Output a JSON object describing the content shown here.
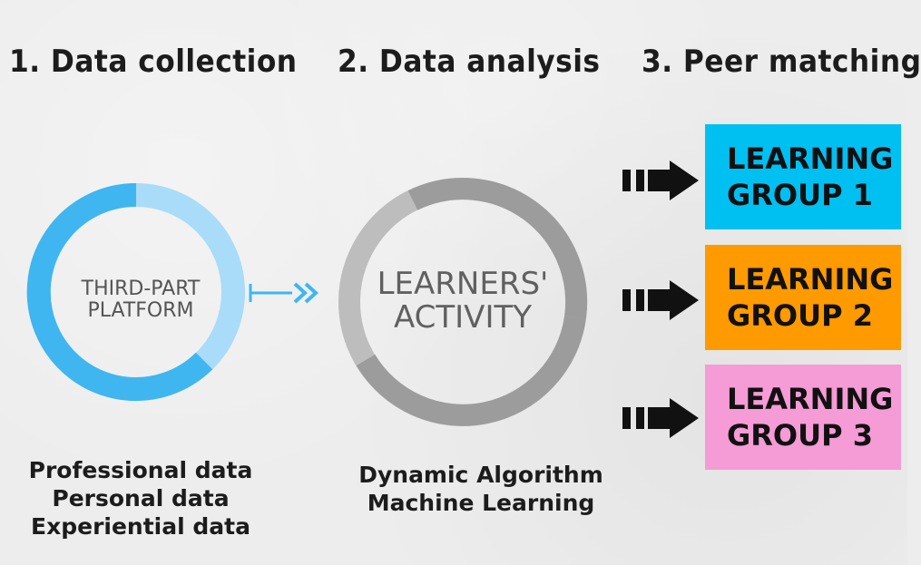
{
  "steps": [
    {
      "title": "1. Data collection"
    },
    {
      "title": "2. Data analysis"
    },
    {
      "title": "3.  Peer matching"
    }
  ],
  "ring1": {
    "label_lines": [
      "THIRD-PART",
      "PLATFORM"
    ],
    "caption_lines": [
      "Professional data",
      "Personal data",
      "Experiential data"
    ]
  },
  "ring2": {
    "label_lines": [
      "LEARNERS'",
      "ACTIVITY"
    ],
    "caption_lines": [
      "Dynamic Algorithm",
      "Machine Learning"
    ]
  },
  "groups": [
    {
      "line1": "LEARNING",
      "line2": "GROUP 1"
    },
    {
      "line1": "LEARNING",
      "line2": "GROUP 2"
    },
    {
      "line1": "LEARNING",
      "line2": "GROUP 3"
    }
  ],
  "colors": {
    "ring1_dark": "#3fb6f0",
    "ring1_light": "#a9dcf8",
    "ring2_dark": "#9c9c9c",
    "ring2_light": "#bdbdbd",
    "connector": "#3fb6f0",
    "group1": "#00c0f2",
    "group2": "#ff9a00",
    "group3": "#f59bd6"
  }
}
